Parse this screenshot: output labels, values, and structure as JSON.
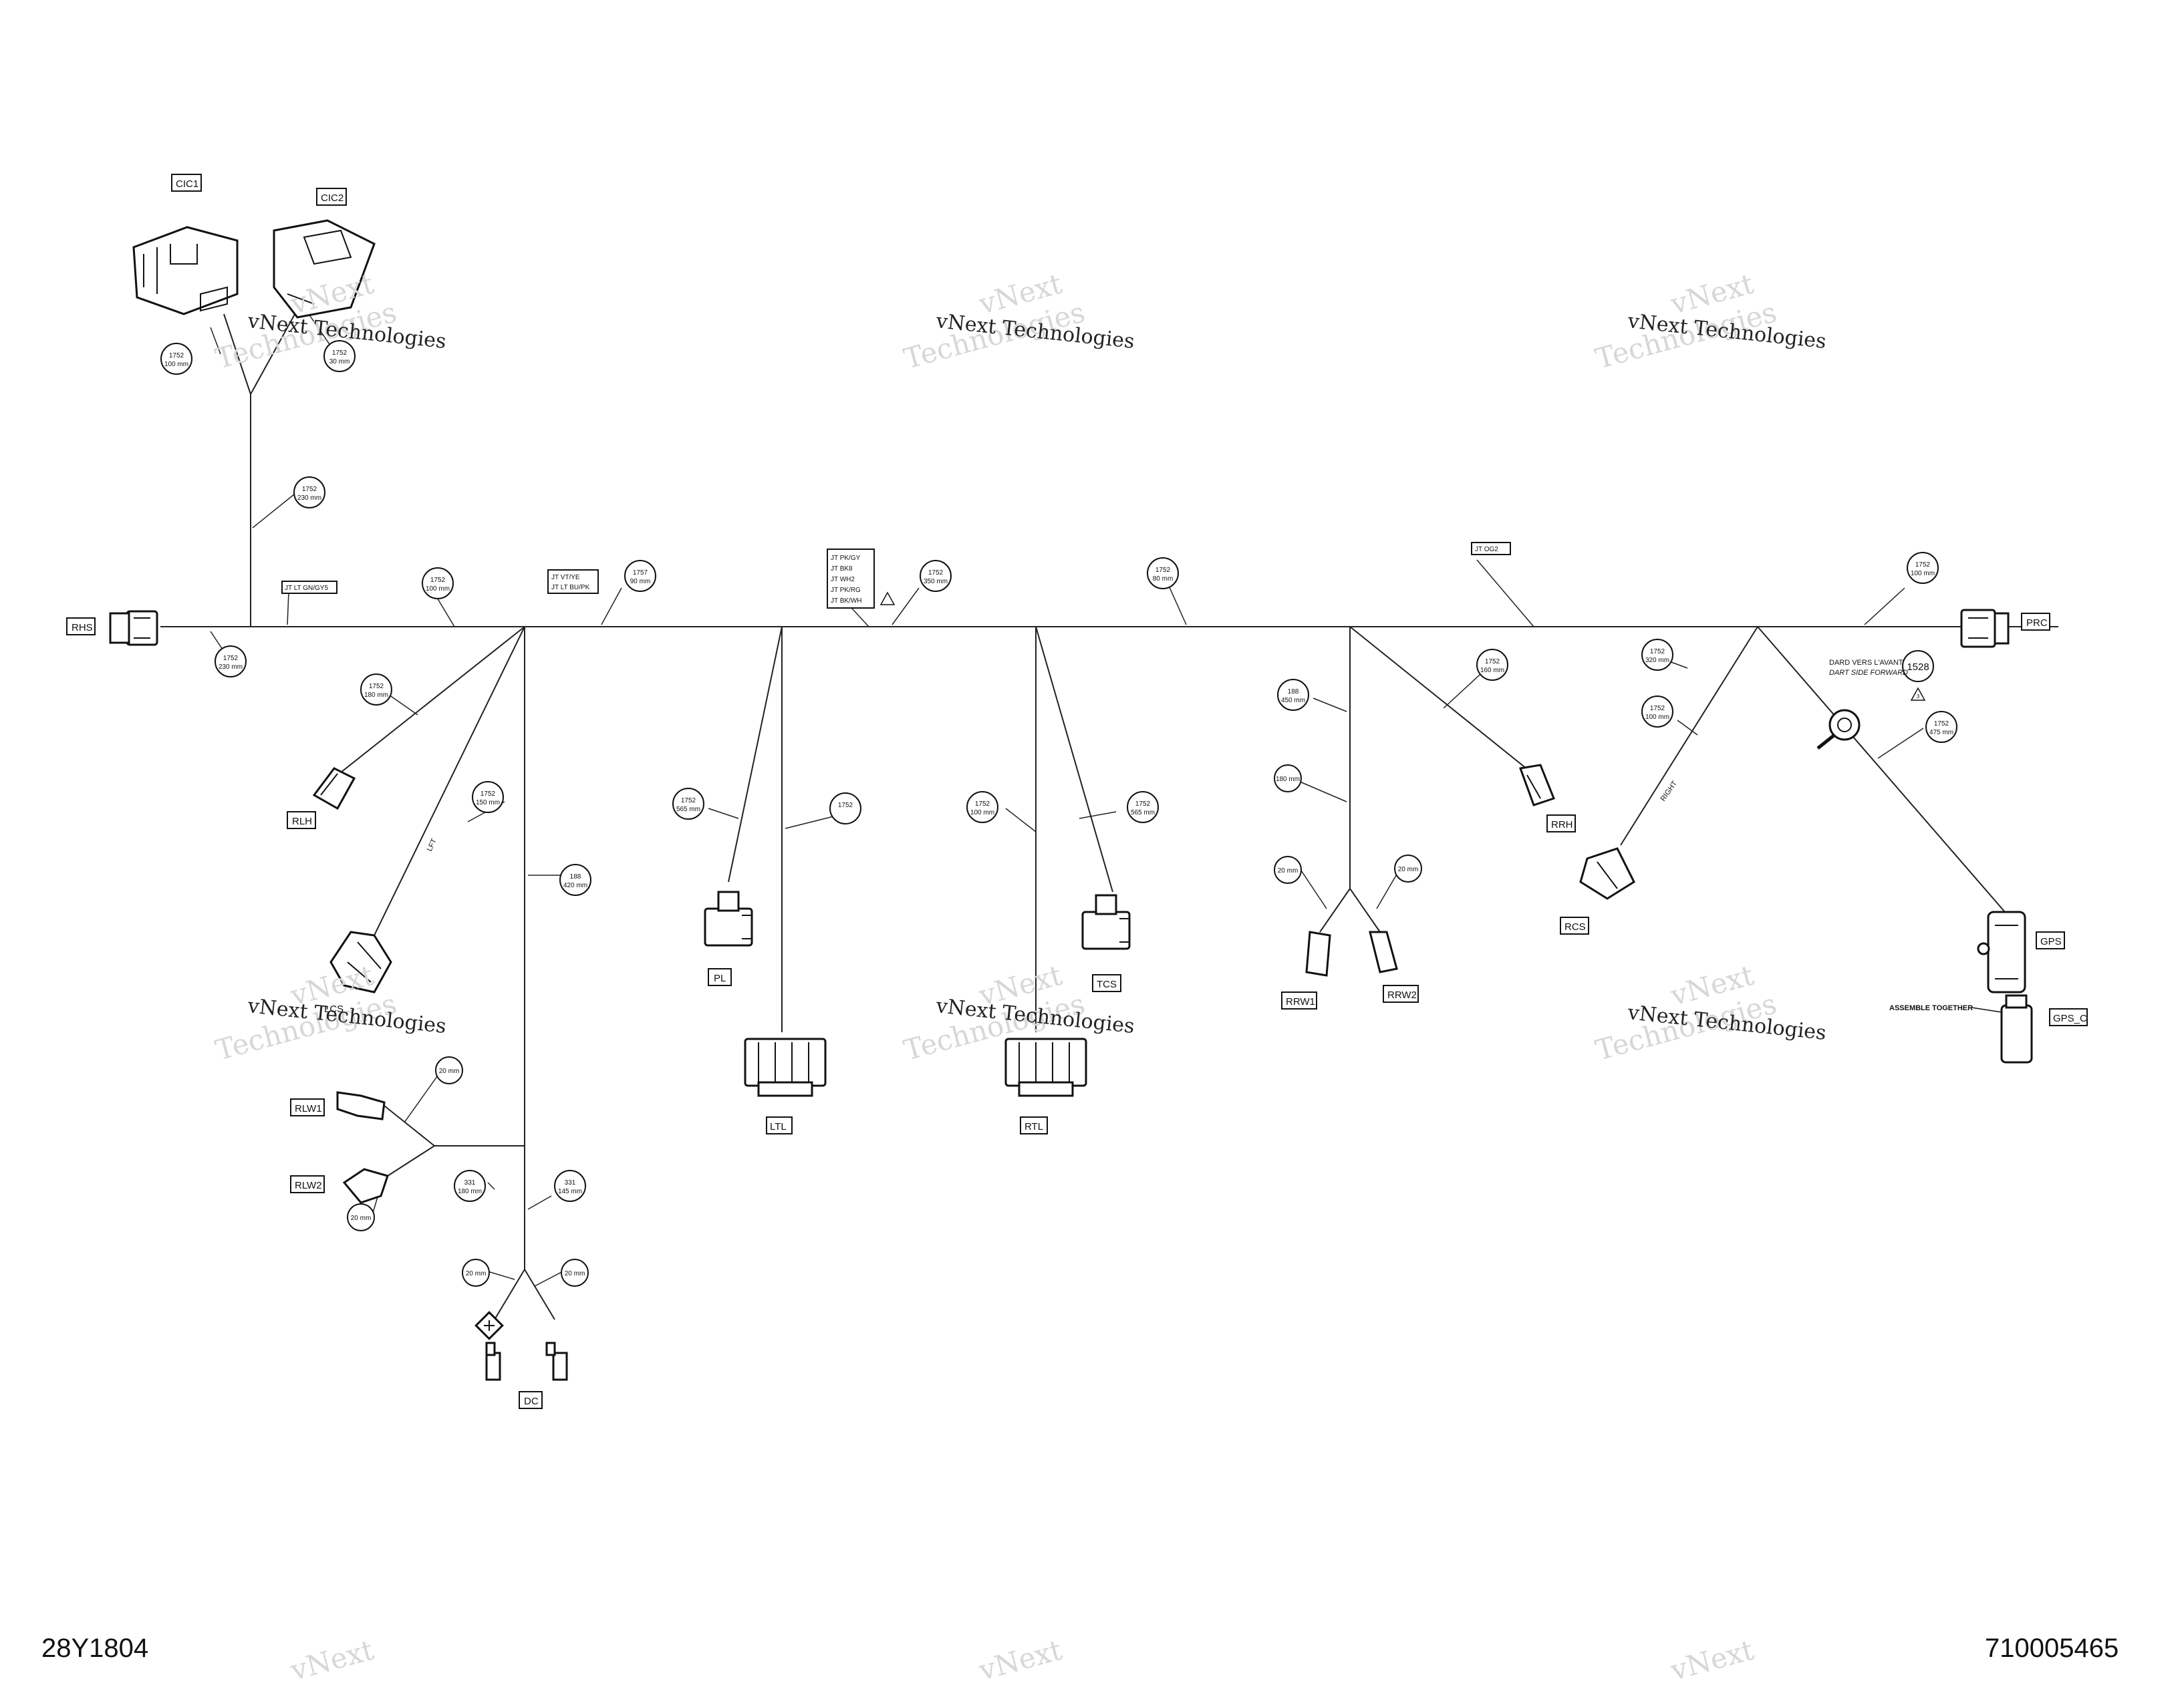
{
  "document": {
    "left_code": "28Y1804",
    "right_code": "710005465"
  },
  "watermark": {
    "line1": "vNext",
    "line2": "Technologies",
    "overlay": "vNext Technologies"
  },
  "connectors": {
    "cic1": "CIC1",
    "cic2": "CIC2",
    "rhs": "RHS",
    "prc": "PRC",
    "rlh": "RLH",
    "lcs": "LCS",
    "rlw1": "RLW1",
    "rlw2": "RLW2",
    "dc": "DC",
    "pl": "PL",
    "ltl": "LTL",
    "tcs": "TCS",
    "rtl": "RTL",
    "rrw1": "RRW1",
    "rrw2": "RRW2",
    "rrh": "RRH",
    "rcs": "RCS",
    "gps": "GPS",
    "gps_c": "GPS_C"
  },
  "splices": {
    "jt_lt_gn_gy5": "JT LT GN/GY5",
    "jt_vt_ye_1": "JT VT/YE",
    "jt_vt_ye_2": "JT LT BU/PK",
    "jt_pk_1": "JT PK/GY",
    "jt_pk_2": "JT BK8",
    "jt_pk_3": "JT WH2",
    "jt_pk_4": "JT PK/RG",
    "jt_pk_5": "JT BK/WH",
    "jt_og2": "JT OG2"
  },
  "bubbles": {
    "b_cic1_a": "1752",
    "b_cic1_b": "100 mm",
    "b_cic2_a": "1752",
    "b_cic2_b": "30 mm",
    "b_trunk_a": "1752",
    "b_trunk_b": "230 mm",
    "b_rhs_a": "1752",
    "b_rhs_b": "230 mm",
    "b_main1_a": "1752",
    "b_main1_b": "100 mm",
    "b_main2_a": "1757",
    "b_main2_b": "90 mm",
    "b_main3_a": "1752",
    "b_main3_b": "350 mm",
    "b_main4_a": "1752",
    "b_main4_b": "80 mm",
    "b_prc_a": "1752",
    "b_prc_b": "100 mm",
    "b_rlh_a": "1752",
    "b_rlh_b": "180 mm",
    "b_lcs_a": "1752",
    "b_lcs_b": "150 mm",
    "b_drop_a": "188",
    "b_drop_b": "420 mm",
    "b_rlw1": "20 mm",
    "b_rlw2": "20 mm",
    "b_rlw_a": "331",
    "b_rlw_b": "180 mm",
    "b_dc_a": "331",
    "b_dc_b": "145 mm",
    "b_dc1": "20 mm",
    "b_dc2": "20 mm",
    "b_pl_a": "1752",
    "b_pl_b": "565 mm",
    "b_ltl_a": "1752",
    "b_ltl_b": "",
    "b_rtl_a": "1752",
    "b_rtl_b": "100 mm",
    "b_tcs_a": "1752",
    "b_tcs_b": "565 mm",
    "b_rrw_a": "188",
    "b_rrw_b": "450 mm",
    "b_rrw_mid": "180 mm",
    "b_rrw1": "20 mm",
    "b_rrw2": "20 mm",
    "b_rrh_a": "1752",
    "b_rrh_b": "160 mm",
    "b_right1_a": "1752",
    "b_right1_b": "320 mm",
    "b_rcs_a": "1752",
    "b_rcs_b": "100 mm",
    "b_gps_a": "1752",
    "b_gps_b": "475 mm",
    "b_1528": "1528"
  },
  "notes": {
    "lcs_tag": "LFT",
    "right_tag": "RIGHT",
    "dart_fr": "DARD VERS L'AVANT",
    "dart_en": "DART SIDE FORWARD",
    "assemble": "ASSEMBLE TOGETHER",
    "triangle_mark": "3"
  }
}
